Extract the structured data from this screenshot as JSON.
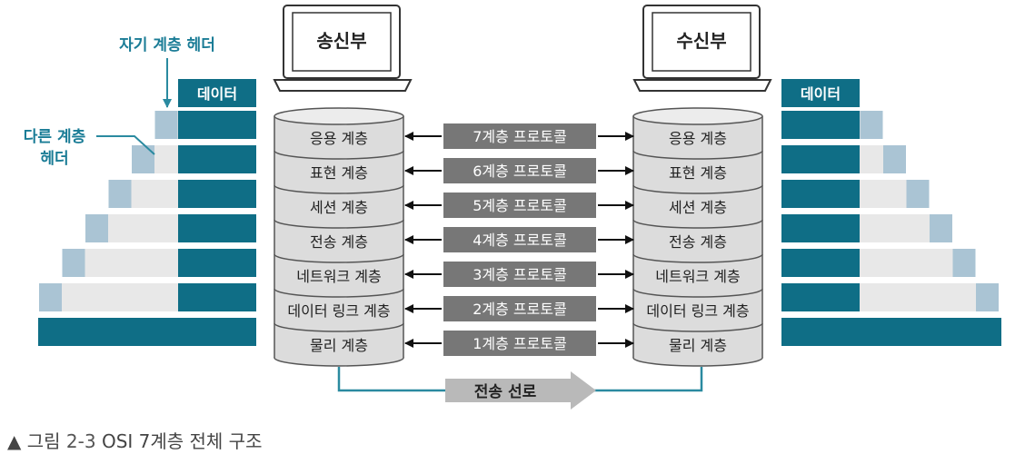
{
  "colors": {
    "teal": "#0f6e86",
    "teal_text": "#1a7c96",
    "light_blue": "#aac4d4",
    "light_gray": "#e8e8e8",
    "cylinder_fill": "#dcdcdc",
    "cylinder_stroke": "#555555",
    "protocol_fill": "#777777",
    "line_teal": "#2a8aa0"
  },
  "sender": {
    "label": "송신부"
  },
  "receiver": {
    "label": "수신부"
  },
  "labels": {
    "own_header": "자기 계층 헤더",
    "other_header_line1": "다른 계층",
    "other_header_line2": "헤더",
    "data_left": "데이터",
    "data_right": "데이터",
    "medium": "전송 선로"
  },
  "layers": [
    {
      "name": "응용 계층",
      "protocol": "7계층 프로토콜"
    },
    {
      "name": "표현 계층",
      "protocol": "6계층 프로토콜"
    },
    {
      "name": "세션 계층",
      "protocol": "5계층 프로토콜"
    },
    {
      "name": "전송 계층",
      "protocol": "4계층 프로토콜"
    },
    {
      "name": "네트워크 계층",
      "protocol": "3계층 프로토콜"
    },
    {
      "name": "데이터 링크 계층",
      "protocol": "2계층 프로토콜"
    },
    {
      "name": "물리 계층",
      "protocol": "1계층 프로토콜"
    }
  ],
  "caption": {
    "marker": "▲",
    "prefix": "그림",
    "number": "2-3",
    "text": "OSI 7계층 전체 구조"
  }
}
